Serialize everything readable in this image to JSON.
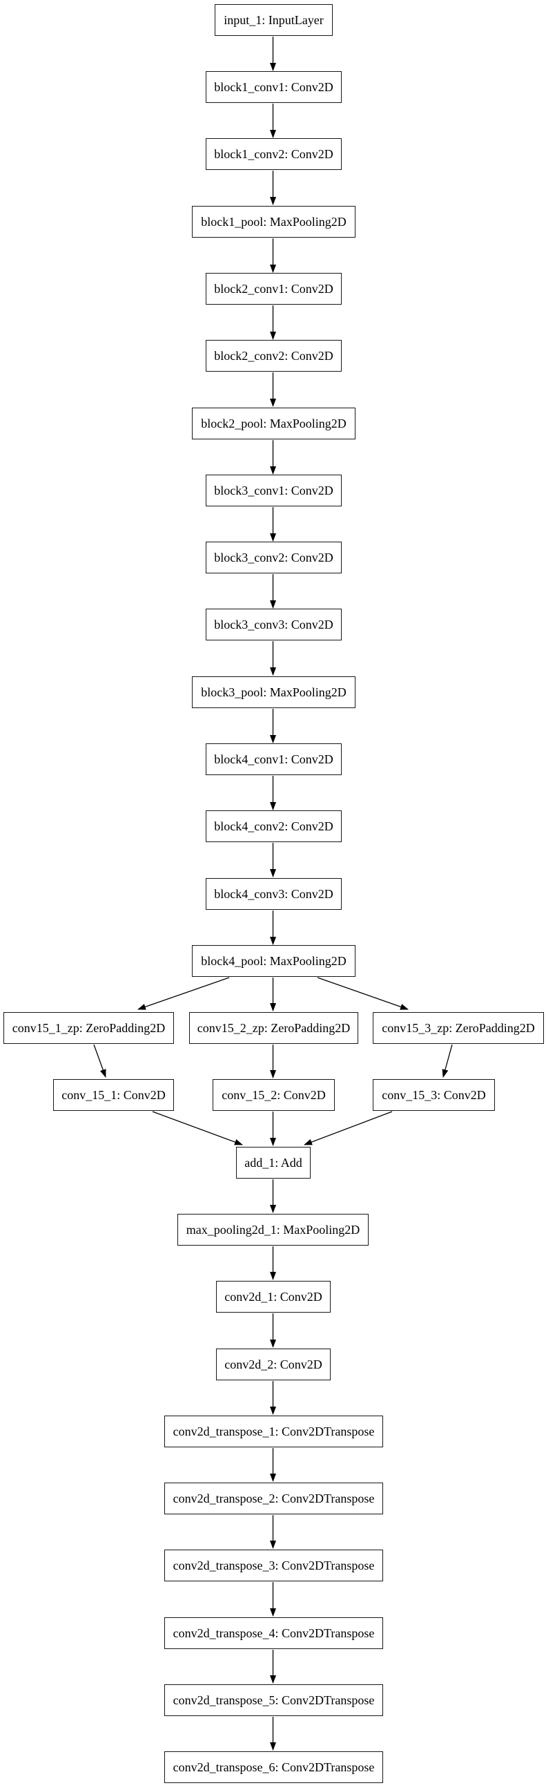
{
  "diagram": {
    "type": "neural-network-layer-graph",
    "background_color": "#ffffff",
    "node_fill_color": "#ffffff",
    "node_border_color": "#000000",
    "edge_color": "#000000",
    "nodes": [
      {
        "id": "input_1",
        "label": "input_1: InputLayer"
      },
      {
        "id": "block1_conv1",
        "label": "block1_conv1: Conv2D"
      },
      {
        "id": "block1_conv2",
        "label": "block1_conv2: Conv2D"
      },
      {
        "id": "block1_pool",
        "label": "block1_pool: MaxPooling2D"
      },
      {
        "id": "block2_conv1",
        "label": "block2_conv1: Conv2D"
      },
      {
        "id": "block2_conv2",
        "label": "block2_conv2: Conv2D"
      },
      {
        "id": "block2_pool",
        "label": "block2_pool: MaxPooling2D"
      },
      {
        "id": "block3_conv1",
        "label": "block3_conv1: Conv2D"
      },
      {
        "id": "block3_conv2",
        "label": "block3_conv2: Conv2D"
      },
      {
        "id": "block3_conv3",
        "label": "block3_conv3: Conv2D"
      },
      {
        "id": "block3_pool",
        "label": "block3_pool: MaxPooling2D"
      },
      {
        "id": "block4_conv1",
        "label": "block4_conv1: Conv2D"
      },
      {
        "id": "block4_conv2",
        "label": "block4_conv2: Conv2D"
      },
      {
        "id": "block4_conv3",
        "label": "block4_conv3: Conv2D"
      },
      {
        "id": "block4_pool",
        "label": "block4_pool: MaxPooling2D"
      },
      {
        "id": "conv15_1_zp",
        "label": "conv15_1_zp: ZeroPadding2D"
      },
      {
        "id": "conv15_2_zp",
        "label": "conv15_2_zp: ZeroPadding2D"
      },
      {
        "id": "conv15_3_zp",
        "label": "conv15_3_zp: ZeroPadding2D"
      },
      {
        "id": "conv_15_1",
        "label": "conv_15_1: Conv2D"
      },
      {
        "id": "conv_15_2",
        "label": "conv_15_2: Conv2D"
      },
      {
        "id": "conv_15_3",
        "label": "conv_15_3: Conv2D"
      },
      {
        "id": "add_1",
        "label": "add_1: Add"
      },
      {
        "id": "max_pooling2d_1",
        "label": "max_pooling2d_1: MaxPooling2D"
      },
      {
        "id": "conv2d_1",
        "label": "conv2d_1: Conv2D"
      },
      {
        "id": "conv2d_2",
        "label": "conv2d_2: Conv2D"
      },
      {
        "id": "conv2d_transpose_1",
        "label": "conv2d_transpose_1: Conv2DTranspose"
      },
      {
        "id": "conv2d_transpose_2",
        "label": "conv2d_transpose_2: Conv2DTranspose"
      },
      {
        "id": "conv2d_transpose_3",
        "label": "conv2d_transpose_3: Conv2DTranspose"
      },
      {
        "id": "conv2d_transpose_4",
        "label": "conv2d_transpose_4: Conv2DTranspose"
      },
      {
        "id": "conv2d_transpose_5",
        "label": "conv2d_transpose_5: Conv2DTranspose"
      },
      {
        "id": "conv2d_transpose_6",
        "label": "conv2d_transpose_6: Conv2DTranspose"
      }
    ],
    "edges": [
      {
        "from": "input_1",
        "to": "block1_conv1"
      },
      {
        "from": "block1_conv1",
        "to": "block1_conv2"
      },
      {
        "from": "block1_conv2",
        "to": "block1_pool"
      },
      {
        "from": "block1_pool",
        "to": "block2_conv1"
      },
      {
        "from": "block2_conv1",
        "to": "block2_conv2"
      },
      {
        "from": "block2_conv2",
        "to": "block2_pool"
      },
      {
        "from": "block2_pool",
        "to": "block3_conv1"
      },
      {
        "from": "block3_conv1",
        "to": "block3_conv2"
      },
      {
        "from": "block3_conv2",
        "to": "block3_conv3"
      },
      {
        "from": "block3_conv3",
        "to": "block3_pool"
      },
      {
        "from": "block3_pool",
        "to": "block4_conv1"
      },
      {
        "from": "block4_conv1",
        "to": "block4_conv2"
      },
      {
        "from": "block4_conv2",
        "to": "block4_conv3"
      },
      {
        "from": "block4_conv3",
        "to": "block4_pool"
      },
      {
        "from": "block4_pool",
        "to": "conv15_1_zp"
      },
      {
        "from": "block4_pool",
        "to": "conv15_2_zp"
      },
      {
        "from": "block4_pool",
        "to": "conv15_3_zp"
      },
      {
        "from": "conv15_1_zp",
        "to": "conv_15_1"
      },
      {
        "from": "conv15_2_zp",
        "to": "conv_15_2"
      },
      {
        "from": "conv15_3_zp",
        "to": "conv_15_3"
      },
      {
        "from": "conv_15_1",
        "to": "add_1"
      },
      {
        "from": "conv_15_2",
        "to": "add_1"
      },
      {
        "from": "conv_15_3",
        "to": "add_1"
      },
      {
        "from": "add_1",
        "to": "max_pooling2d_1"
      },
      {
        "from": "max_pooling2d_1",
        "to": "conv2d_1"
      },
      {
        "from": "conv2d_1",
        "to": "conv2d_2"
      },
      {
        "from": "conv2d_2",
        "to": "conv2d_transpose_1"
      },
      {
        "from": "conv2d_transpose_1",
        "to": "conv2d_transpose_2"
      },
      {
        "from": "conv2d_transpose_2",
        "to": "conv2d_transpose_3"
      },
      {
        "from": "conv2d_transpose_3",
        "to": "conv2d_transpose_4"
      },
      {
        "from": "conv2d_transpose_4",
        "to": "conv2d_transpose_5"
      },
      {
        "from": "conv2d_transpose_5",
        "to": "conv2d_transpose_6"
      }
    ]
  }
}
